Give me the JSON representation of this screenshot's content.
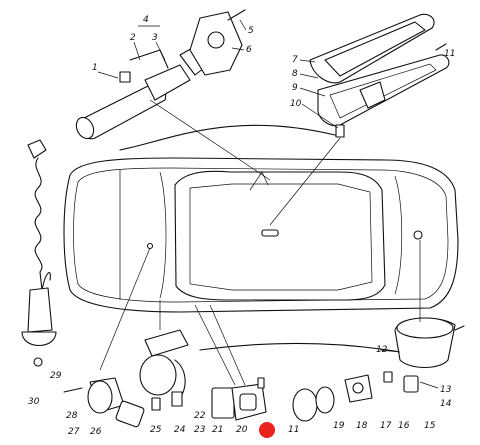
{
  "callouts": {
    "c1": "1",
    "c2": "2",
    "c3": "3",
    "c4": "4",
    "c5": "5",
    "c6": "6",
    "c7": "7",
    "c8": "8",
    "c9": "9",
    "c10": "10",
    "c11a": "11",
    "c11b": "11",
    "c12": "12",
    "c13": "13",
    "c14": "14",
    "c15": "15",
    "c16": "16",
    "c17": "17",
    "c18": "18",
    "c19": "19",
    "c20": "20",
    "c21": "21",
    "c22": "22",
    "c23": "23",
    "c24": "24",
    "c25": "25",
    "c26": "26",
    "c27": "27",
    "c28": "28",
    "c29": "29",
    "c30": "30"
  },
  "colors": {
    "ink": "#111111",
    "marker": "#e8241c",
    "paper": "#ffffff"
  },
  "marker": {
    "type": "red-dot"
  }
}
